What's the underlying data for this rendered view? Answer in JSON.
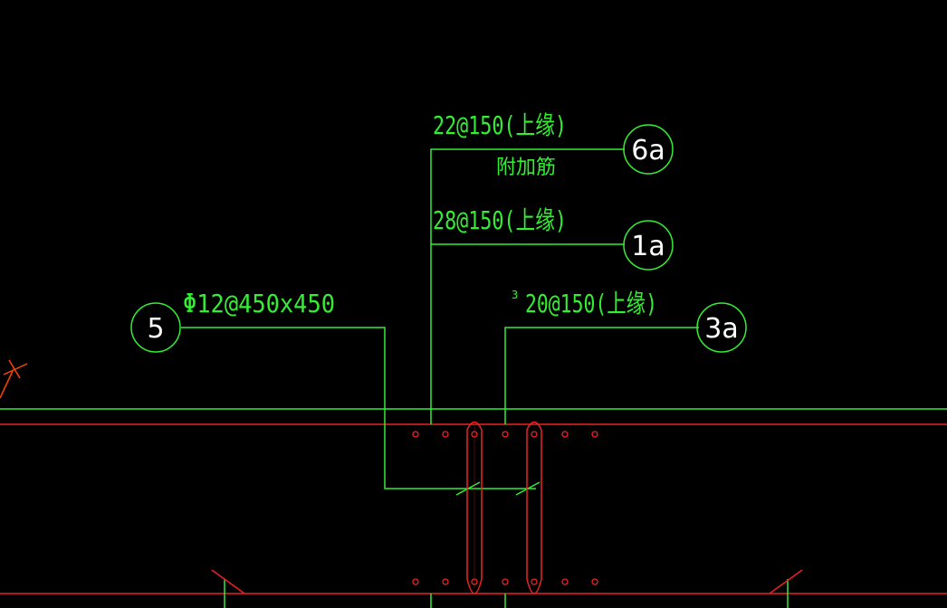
{
  "colors": {
    "background": "#000000",
    "annotation_line": "#33ee33",
    "rebar_red": "#ee2222",
    "tag_circle": "#33ee33",
    "tag_text": "#ffffff",
    "cross_mark": "#ff4400"
  },
  "annotations": {
    "label_22": "22@150(上缘)",
    "label_fujia": "附加筋",
    "label_28": "28@150(上缘)",
    "label_phi12": "Φ12@450x450",
    "label_20_mark": "3",
    "label_20": "20@150(上缘)"
  },
  "tags": {
    "tag_6a": "6a",
    "tag_1a": "1a",
    "tag_5": "5",
    "tag_3a": "3a"
  }
}
